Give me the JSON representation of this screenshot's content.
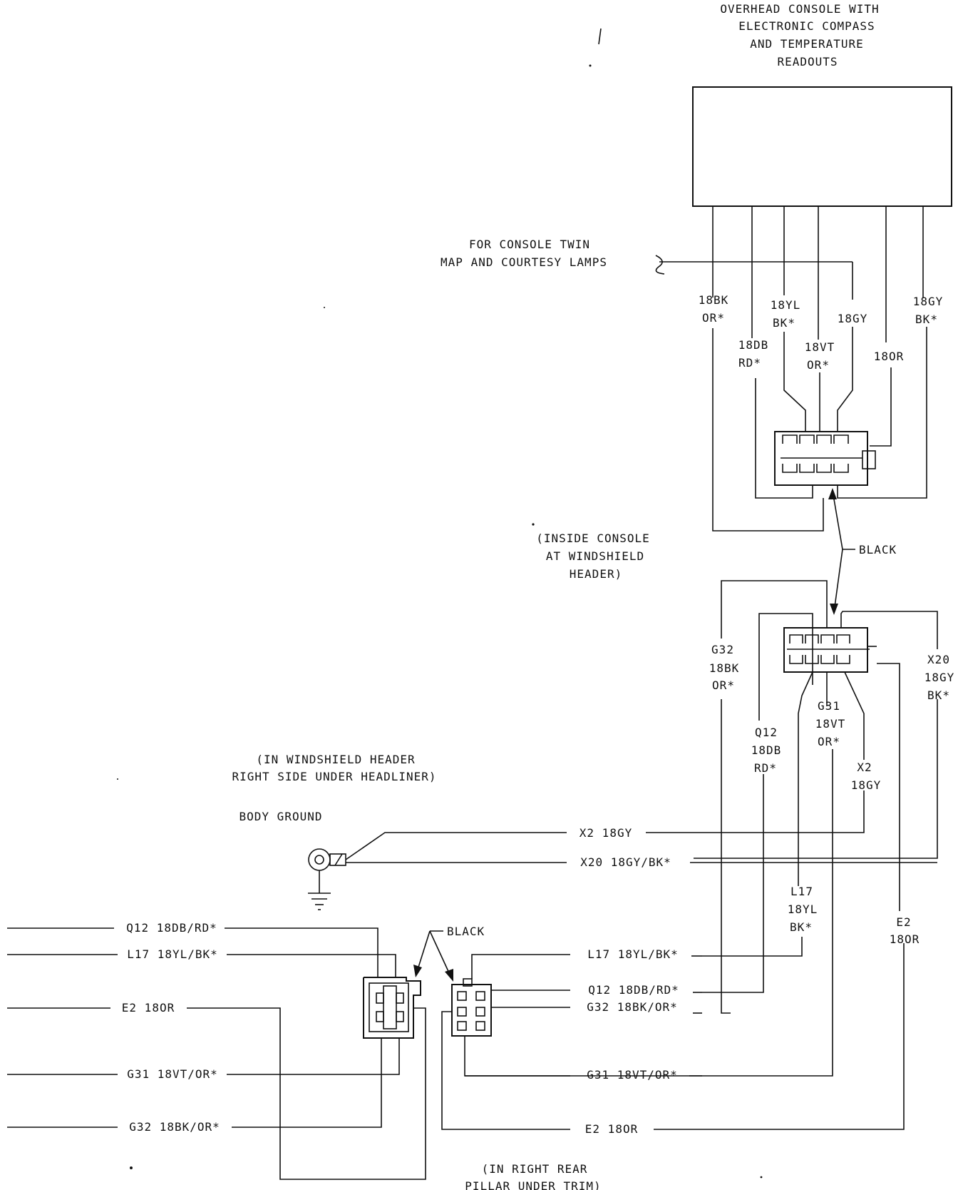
{
  "module_title": [
    "OVERHEAD CONSOLE WITH",
    "ELECTRONIC COMPASS",
    "AND TEMPERATURE",
    "READOUTS"
  ],
  "lamps_note": [
    "FOR CONSOLE TWIN",
    "MAP AND COURTESY LAMPS"
  ],
  "top_wires": {
    "w1": [
      "18BK",
      "OR*"
    ],
    "w2": [
      "18DB",
      "RD*"
    ],
    "w3": [
      "18YL",
      "BK*"
    ],
    "w4": [
      "18VT",
      "OR*"
    ],
    "w5": [
      "18GY"
    ],
    "w6": [
      "18OR"
    ],
    "w7": [
      "18GY",
      "BK*"
    ]
  },
  "console_location": [
    "(INSIDE CONSOLE",
    "AT WINDSHIELD",
    "HEADER)"
  ],
  "connector_color_label": "BLACK",
  "mid_wires": {
    "g32": [
      "G32",
      "18BK",
      "OR*"
    ],
    "q12": [
      "Q12",
      "18DB",
      "RD*"
    ],
    "g31": [
      "G31",
      "18VT",
      "OR*"
    ],
    "x2": [
      "X2",
      "18GY"
    ],
    "x20": [
      "X20",
      "18GY",
      "BK*"
    ],
    "l17": [
      "L17",
      "18YL",
      "BK*"
    ],
    "e2": [
      "E2",
      "18OR"
    ]
  },
  "ground_location": [
    "(IN WINDSHIELD HEADER",
    "RIGHT SIDE UNDER HEADLINER)"
  ],
  "ground_label": "BODY GROUND",
  "ground_wires": [
    "X2 18GY",
    "X20 18GY/BK*"
  ],
  "left_wires": [
    "Q12 18DB/RD*",
    "L17 18YL/BK*",
    "E2 18OR",
    "G31 18VT/OR*",
    "G32 18BK/OR*"
  ],
  "right_wires": [
    "L17 18YL/BK*",
    "Q12 18DB/RD*",
    "G32 18BK/OR*",
    "G31 18VT/OR*",
    "E2 18OR"
  ],
  "bottom_connector_label": "BLACK",
  "rear_location": [
    "(IN RIGHT REAR",
    "PILLAR UNDER TRIM)"
  ]
}
